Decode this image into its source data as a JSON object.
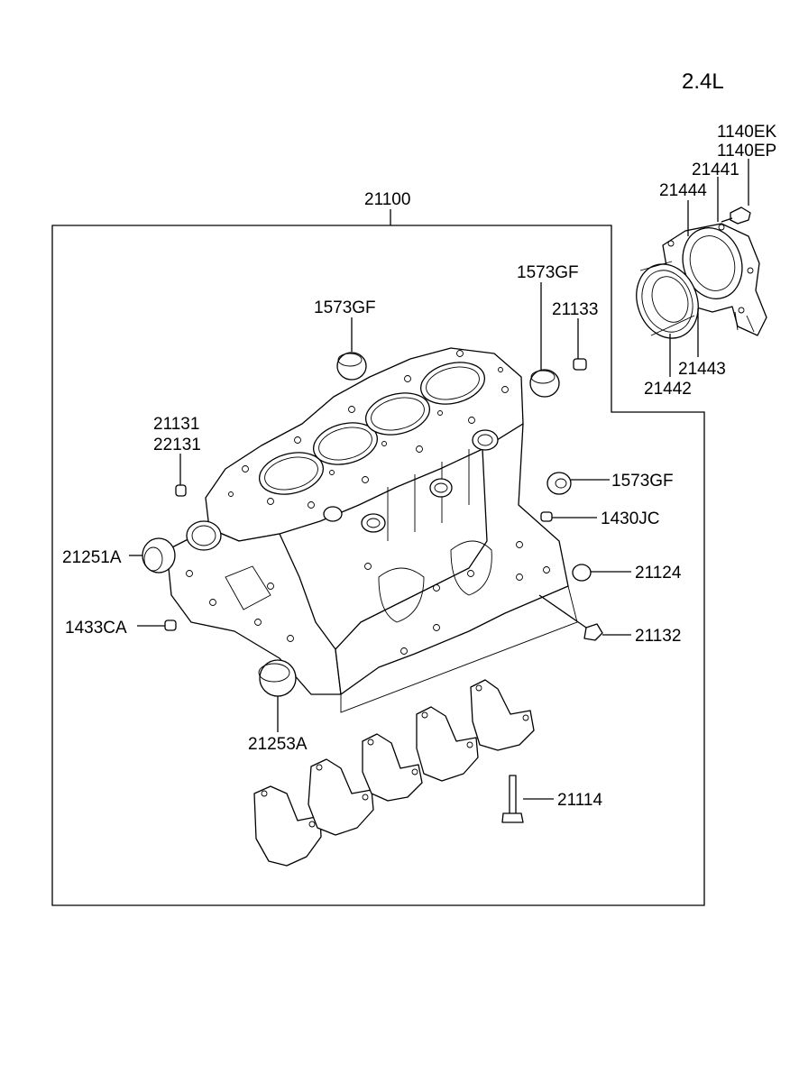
{
  "engine_label": "2.4L",
  "assembly_label": "21100",
  "callouts": {
    "bolt_1140ek": "1140EK",
    "bolt_1140ep": "1140EP",
    "seal_21441": "21441",
    "seal_21444": "21444",
    "seal_21443": "21443",
    "seal_21442": "21442",
    "plug_1573gf_top": "1573GF",
    "plug_1573gf_upper": "1573GF",
    "plug_1573gf_right": "1573GF",
    "plug_21133": "21133",
    "pin_21131": "21131",
    "pin_22131": "22131",
    "bolt_1430jc": "1430JC",
    "plug_21124": "21124",
    "bushing_21251a": "21251A",
    "plug_1433ca": "1433CA",
    "bolt_21132": "21132",
    "bushing_21253a": "21253A",
    "bolt_21114": "21114"
  }
}
